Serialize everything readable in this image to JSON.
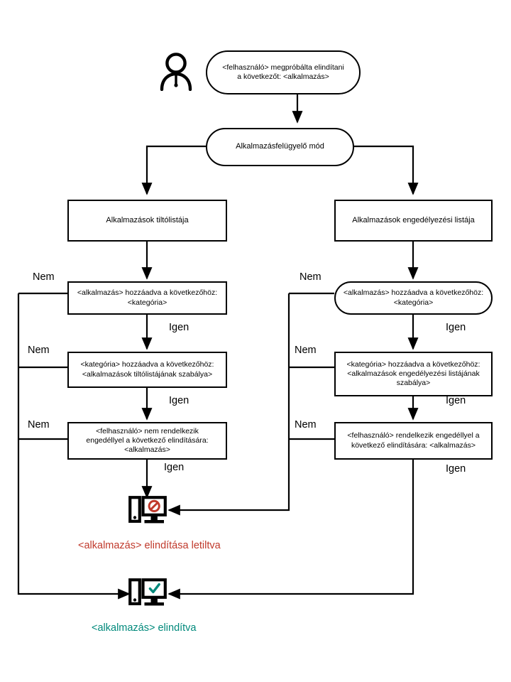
{
  "diagram": {
    "title": "Application Startup Control flowchart",
    "language": "hu",
    "colors": {
      "stroke": "#000000",
      "blocked": "#c0392b",
      "allowed": "#00897b",
      "background": "#ffffff"
    },
    "actor": {
      "icon": "user-person-icon"
    },
    "nodes": {
      "start": {
        "shape": "pill",
        "line1": "<felhasználó> megpróbálta elindítani",
        "line2": "a következőt: <alkalmazás>"
      },
      "mode": {
        "shape": "pill",
        "label": "Alkalmazásfelügyelő mód"
      },
      "denylist": {
        "shape": "rect",
        "label": "Alkalmazások tiltólistája"
      },
      "allowlist": {
        "shape": "rect",
        "label": "Alkalmazások engedélyezési listája"
      },
      "left_app_in_category": {
        "shape": "rect",
        "line1": "<alkalmazás> hozzáadva a következőhöz:",
        "line2": "<kategória>"
      },
      "left_category_in_rule": {
        "shape": "rect",
        "line1": "<kategória> hozzáadva a következőhöz:",
        "line2": "<alkalmazások tiltólistájának szabálya>"
      },
      "left_user_no_permission": {
        "shape": "rect",
        "line1": "<felhasználó> nem rendelkezik",
        "line2": "engedéllyel a következő elindítására:",
        "line3": "<alkalmazás>"
      },
      "right_app_in_category": {
        "shape": "pill",
        "line1": "<alkalmazás> hozzáadva a következőhöz:",
        "line2": "<kategória>"
      },
      "right_category_in_rule": {
        "shape": "rect",
        "line1": "<kategória> hozzáadva a következőhöz:",
        "line2": "<alkalmazások engedélyezési listájának",
        "line3": "szabálya>"
      },
      "right_user_has_permission": {
        "shape": "rect",
        "line1": "<felhasználó> rendelkezik engedéllyel a",
        "line2": "következő elindítására: <alkalmazás>"
      }
    },
    "edge_labels": {
      "no": "Nem",
      "yes": "Igen"
    },
    "edges": [
      {
        "from": "left_app_in_category",
        "label": "Nem",
        "side": "left"
      },
      {
        "from": "left_app_in_category",
        "label": "Igen",
        "side": "down"
      },
      {
        "from": "left_category_in_rule",
        "label": "Nem",
        "side": "left"
      },
      {
        "from": "left_category_in_rule",
        "label": "Igen",
        "side": "down"
      },
      {
        "from": "left_user_no_permission",
        "label": "Nem",
        "side": "left"
      },
      {
        "from": "left_user_no_permission",
        "label": "Igen",
        "side": "down"
      },
      {
        "from": "right_app_in_category",
        "label": "Nem",
        "side": "left"
      },
      {
        "from": "right_app_in_category",
        "label": "Igen",
        "side": "down"
      },
      {
        "from": "right_category_in_rule",
        "label": "Nem",
        "side": "left"
      },
      {
        "from": "right_category_in_rule",
        "label": "Igen",
        "side": "down"
      },
      {
        "from": "right_user_has_permission",
        "label": "Nem",
        "side": "left"
      },
      {
        "from": "right_user_has_permission",
        "label": "Igen",
        "side": "down"
      }
    ],
    "outcomes": {
      "blocked": {
        "icon": "monitor-blocked-icon",
        "text": "<alkalmazás>  elindítása  letiltva"
      },
      "allowed": {
        "icon": "monitor-allowed-icon",
        "text": "<alkalmazás>  elindítva"
      }
    }
  }
}
